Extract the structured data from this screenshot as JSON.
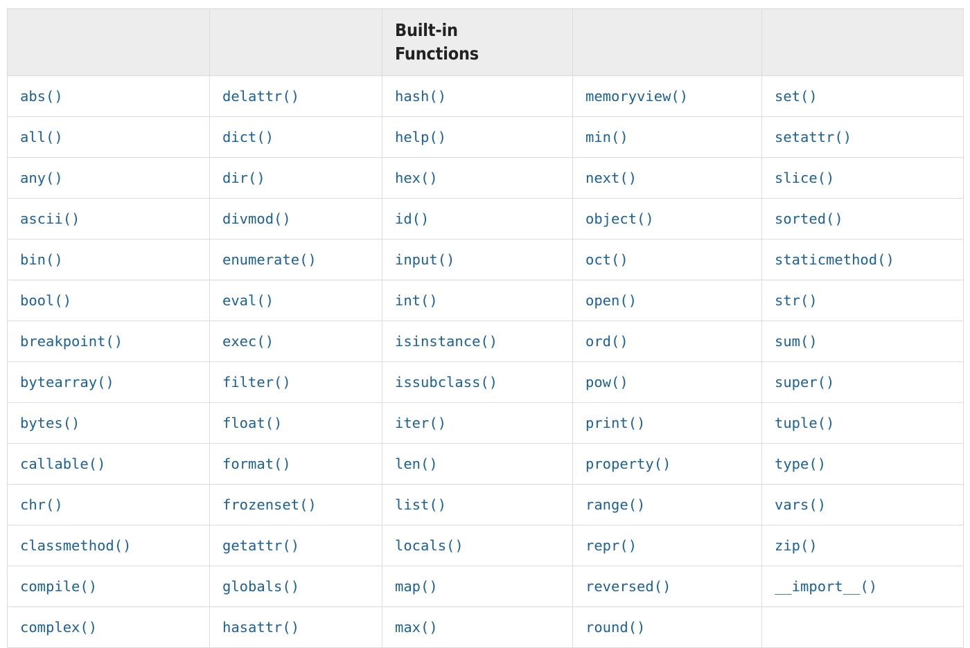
{
  "table": {
    "title": "Built-in Functions",
    "header": {
      "cells": [
        "",
        "",
        "Built-in\nFunctions",
        "",
        ""
      ]
    },
    "colors": {
      "function_text": "#1a6199",
      "header_background": "#ededed",
      "header_text": "#222222",
      "border": "#dcdcdc",
      "cell_background": "#ffffff"
    },
    "columns": 5,
    "row_count": 14,
    "rows": [
      [
        "abs()",
        "delattr()",
        "hash()",
        "memoryview()",
        "set()"
      ],
      [
        "all()",
        "dict()",
        "help()",
        "min()",
        "setattr()"
      ],
      [
        "any()",
        "dir()",
        "hex()",
        "next()",
        "slice()"
      ],
      [
        "ascii()",
        "divmod()",
        "id()",
        "object()",
        "sorted()"
      ],
      [
        "bin()",
        "enumerate()",
        "input()",
        "oct()",
        "staticmethod()"
      ],
      [
        "bool()",
        "eval()",
        "int()",
        "open()",
        "str()"
      ],
      [
        "breakpoint()",
        "exec()",
        "isinstance()",
        "ord()",
        "sum()"
      ],
      [
        "bytearray()",
        "filter()",
        "issubclass()",
        "pow()",
        "super()"
      ],
      [
        "bytes()",
        "float()",
        "iter()",
        "print()",
        "tuple()"
      ],
      [
        "callable()",
        "format()",
        "len()",
        "property()",
        "type()"
      ],
      [
        "chr()",
        "frozenset()",
        "list()",
        "range()",
        "vars()"
      ],
      [
        "classmethod()",
        "getattr()",
        "locals()",
        "repr()",
        "zip()"
      ],
      [
        "compile()",
        "globals()",
        "map()",
        "reversed()",
        "__import__()"
      ],
      [
        "complex()",
        "hasattr()",
        "max()",
        "round()",
        ""
      ]
    ]
  }
}
